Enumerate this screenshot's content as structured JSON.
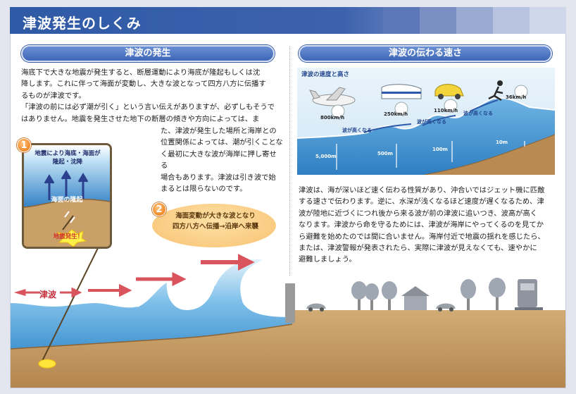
{
  "header": {
    "title": "津波発生のしくみ"
  },
  "left": {
    "heading": "津波の発生",
    "para1": [
      "海底下で大きな地震が発生すると、断層運動により海底が隆起もしくは沈",
      "降します。これに伴って海面が変動し、大きな波となって四方八方に伝播す",
      "るものが津波です。",
      "「津波の前には必ず潮が引く」という言い伝えがありますが、必ずしもそうで",
      "はありません。地震を発生させた地下の断層の傾きや方向によっては、ま"
    ],
    "para2": [
      "た、津波が発生した場所と海岸との",
      "位置関係によっては、潮が引くことな",
      "く最初に大きな波が海岸に押し寄せる",
      "場合もあります。津波は引き波で始",
      "まるとは限らないのです。"
    ],
    "step1": {
      "num": "1",
      "label_line1": "地震により海底・海面が",
      "label_line2": "隆起・沈降",
      "sea_label": "海面の隆起",
      "quake_label": "地震発生！"
    },
    "step2": {
      "num": "2",
      "line1": "海面変動が大きな波となり",
      "line2": "四方八方へ伝播→沿岸へ来襲"
    },
    "tsunami_label": "津波"
  },
  "right": {
    "heading": "津波の伝わる速さ",
    "panel_title": "津波の速度と高さ",
    "speeds": [
      "800km/h",
      "250km/h",
      "110km/h",
      "36km/h"
    ],
    "depths": [
      "5,000m",
      "500m",
      "100m",
      "10m"
    ],
    "wave_higher": "波が高くなる",
    "para": [
      "津波は、海が深いほど速く伝わる性質があり、沖合いではジェット機に匹敵",
      "する速さで伝わります。逆に、水深が浅くなるほど速度が遅くなるため、津",
      "波が陸地に近づくにつれ後から来る波が前の津波に追いつき、波高が高く",
      "なります。津波から命を守るためには、津波が海岸にやってくるのを見てか",
      "ら避難を始めたのでは間に合いません。海岸付近で地震の揺れを感じたら、",
      "または、津波警報が発表されたら、実際に津波が見えなくても、速やかに",
      "避難しましょう。"
    ]
  },
  "colors": {
    "brand": "#3d62ad",
    "sea_top": "#e9f4fb",
    "sea_deep": "#2e7fc2",
    "ground": "#c9a067",
    "arrow_red": "#d9545c",
    "badge_orange": "#f08a2a"
  }
}
